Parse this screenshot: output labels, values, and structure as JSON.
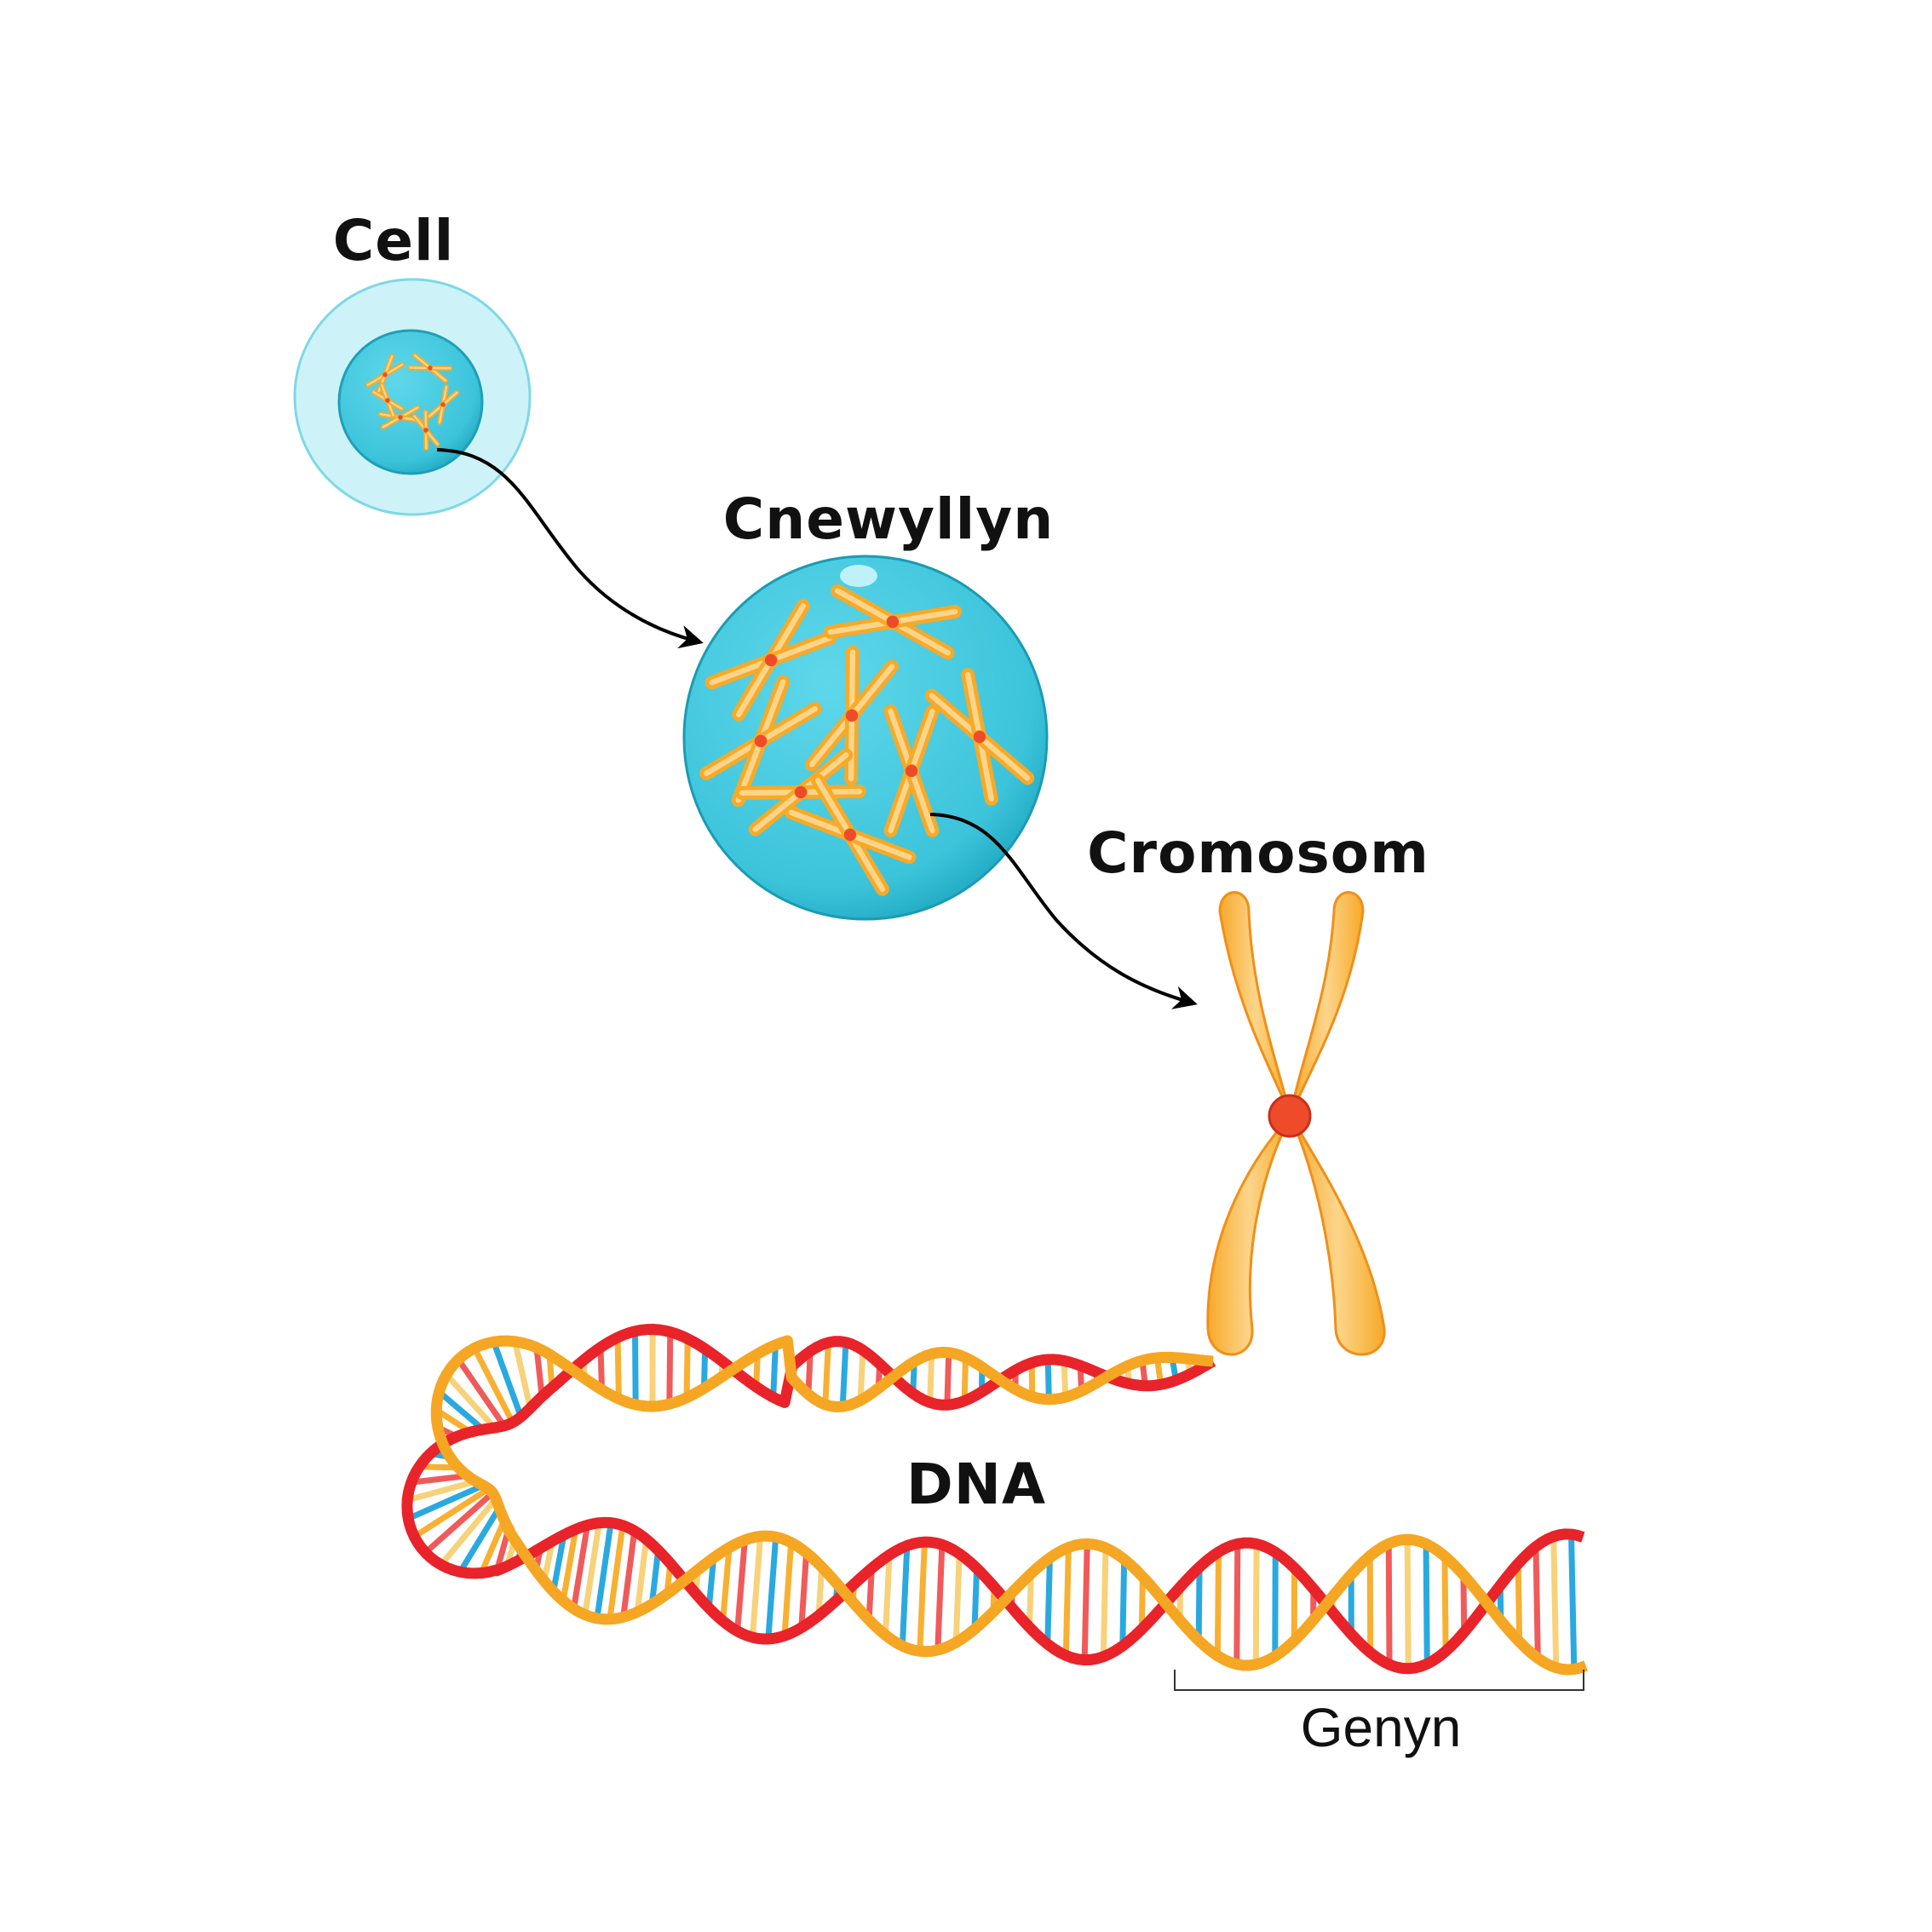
{
  "labels": {
    "cell": "Cell",
    "nucleus": "Cnewyllyn",
    "chromosome": "Cromosom",
    "dna": "DNA",
    "gene": "Genyn"
  },
  "colors": {
    "cell_membrane": "#cdf3f8",
    "nucleus": "#45cadf",
    "chromosome": "#f7b032",
    "centromere": "#ee4b2b",
    "strand_a": "#f5a623",
    "strand_b": "#e8232a",
    "base_blue": "#2aa9e0",
    "base_yellow": "#f7d27a",
    "base_red": "#f05a5a"
  }
}
